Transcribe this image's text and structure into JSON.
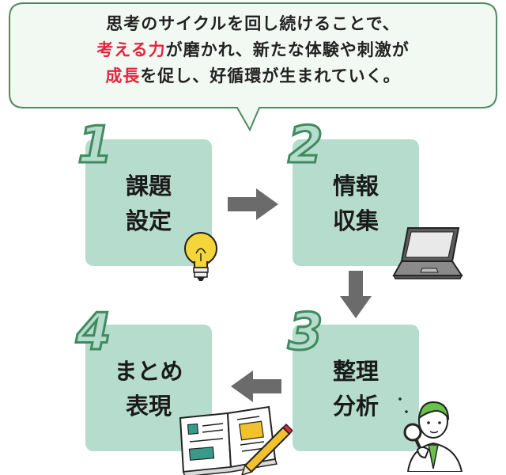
{
  "bubble": {
    "line1": "思考のサイクルを回し続けることで、",
    "line2_accent": "考える力",
    "line2_rest": "が磨かれ、新たな体験や刺激が",
    "line3_accent": "成長",
    "line3_rest": "を促し、好循環が生まれていく。"
  },
  "steps": [
    {
      "number": "1",
      "line1": "課題",
      "line2": "設定"
    },
    {
      "number": "2",
      "line1": "情報",
      "line2": "収集"
    },
    {
      "number": "3",
      "line1": "整理",
      "line2": "分析"
    },
    {
      "number": "4",
      "line1": "まとめ",
      "line2": "表現"
    }
  ],
  "colors": {
    "card": "#b5dccd",
    "number_outline": "#3f8a5e",
    "accent": "#e2263f",
    "arrow": "#6b6b6b",
    "bubble_border": "#4f8a62",
    "bubble_fill": "#f2f8f2"
  },
  "icons": [
    "lightbulb-icon",
    "laptop-icon",
    "person-magnifier-icon",
    "notebook-pencil-icon"
  ]
}
